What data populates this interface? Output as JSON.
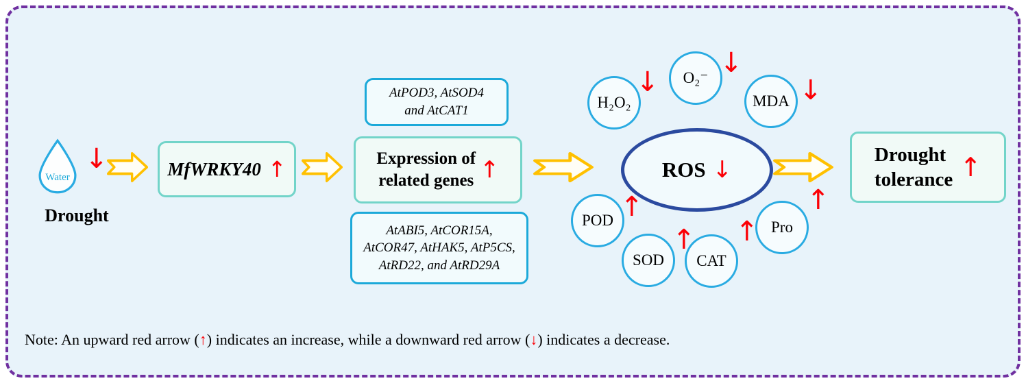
{
  "pathway": {
    "water_label": "Water",
    "drought_label": "Drought",
    "gene_label": "MfWRKY40",
    "expression_line1": "Expression of",
    "expression_line2": "related genes",
    "ros_label": "ROS",
    "tolerance_line1": "Drought",
    "tolerance_line2": "tolerance"
  },
  "gene_lists": {
    "upper": {
      "line1": "AtPOD3, AtSOD4",
      "line2": "and AtCAT1"
    },
    "lower": {
      "line1": "AtABI5, AtCOR15A,",
      "line2": "AtCOR47, AtHAK5, AtP5CS,",
      "line3": "AtRD22, and AtRD29A"
    }
  },
  "ros_factors": [
    {
      "label": "H₂O₂",
      "trend": "down"
    },
    {
      "label": "O₂⁻",
      "trend": "down"
    },
    {
      "label": "MDA",
      "trend": "down"
    },
    {
      "label": "POD",
      "trend": "up"
    },
    {
      "label": "SOD",
      "trend": "up"
    },
    {
      "label": "CAT",
      "trend": "up"
    },
    {
      "label": "Pro",
      "trend": "up"
    }
  ],
  "glyphs": {
    "up": "↑",
    "down": "↓"
  },
  "note": {
    "part1": "Note: An upward red arrow (",
    "part2": ") indicates an increase, while a downward red arrow (",
    "part3": ") indicates a decrease."
  },
  "colors": {
    "frame_border": "#7030a0",
    "background": "#e8f3fa",
    "box_border_teal": "#72d4c9",
    "box_border_blue": "#1ca9d9",
    "circle_border": "#29abe2",
    "ros_border": "#2b4a9f",
    "flow_arrow": "#ffc000",
    "trend_arrow": "#fb0006",
    "water_text": "#1ba9d9"
  }
}
